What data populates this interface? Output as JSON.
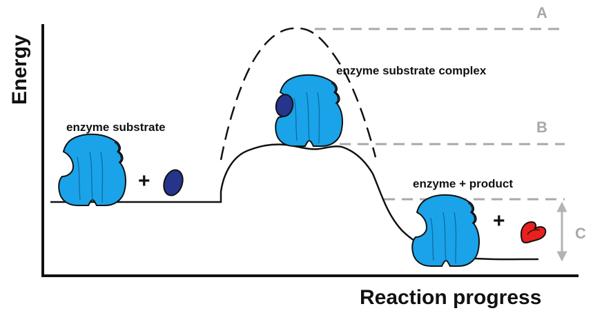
{
  "axes": {
    "y_label": "Energy",
    "x_label": "Reaction progress"
  },
  "stages": {
    "reactants": "enzyme substrate",
    "complex": "enzyme substrate complex",
    "products": "enzyme + product"
  },
  "levels": {
    "a": "A",
    "b": "B",
    "c": "C"
  },
  "symbols": {
    "plus": "+"
  },
  "colors": {
    "enzyme": "#1aa3e8",
    "substrate": "#27348b",
    "product": "#e8201e",
    "level_lines": "#a8a8a8",
    "outline": "#111111"
  }
}
